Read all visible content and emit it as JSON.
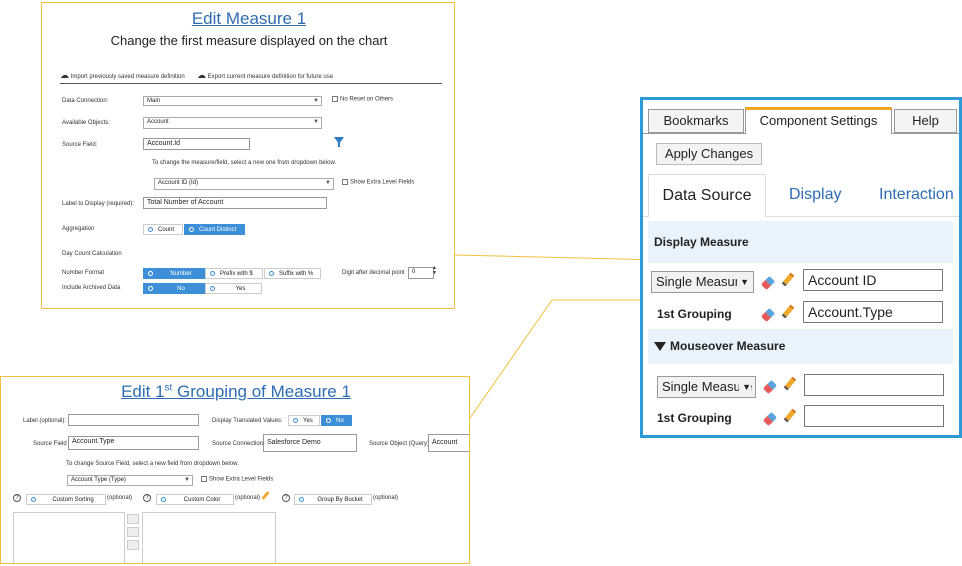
{
  "measure_panel": {
    "title": "Edit Measure 1",
    "subtitle": "Change the first measure displayed on the chart",
    "import_label": "Import previously saved measure definition",
    "export_label": "Export current measure definition for future use",
    "data_connection_label": "Data Connection:",
    "data_connection_value": "Main",
    "no_reset_label": "No Reset on Others",
    "available_objects_label": "Available Objects:",
    "available_objects_value": "Account",
    "source_field_label": "Source Field:",
    "source_field_value": "Account.Id",
    "change_hint": "To change the measure/field, select a new one from dropdown below.",
    "field_dropdown_value": "Account ID (Id)",
    "show_extra_label": "Show Extra Level Fields",
    "label_display_label": "Label to Display (required):",
    "label_display_value": "Total Number of Account",
    "aggregation_label": "Aggregation",
    "aggregation_options": [
      "Count",
      "Count Distinct"
    ],
    "aggregation_selected": "Count Distinct",
    "day_count_label": "Day Count Calculation",
    "number_format_label": "Number Format",
    "number_format_options": [
      "Number",
      "Prefix with $",
      "Suffix with %"
    ],
    "number_format_selected": "Number",
    "digit_label": "Digit after decimal point",
    "digit_value": "0",
    "archived_label": "Include Archived Data",
    "archived_options": [
      "No",
      "Yes"
    ],
    "archived_selected": "No"
  },
  "grouping_panel": {
    "title_prefix": "Edit 1",
    "title_sup": "st",
    "title_suffix": " Grouping of Measure 1",
    "label_optional": "Label (optional):",
    "label_value": "",
    "display_translated": "Display Translated Values:",
    "translated_options": [
      "Yes",
      "No"
    ],
    "translated_selected": "No",
    "source_field_label": "Source Field",
    "source_field_value": "Account.Type",
    "source_connection_label": "Source Connection:",
    "source_connection_value": "Salesforce Demo",
    "source_object_label": "Source Object (Query):",
    "source_object_value": "Account",
    "change_hint": "To change Source Field, select a new field from dropdown below.",
    "field_dropdown_value": "Account Type (Type)",
    "show_extra_label": "Show Extra Level Fields",
    "custom_sorting": "Custom Sorting",
    "custom_color": "Custom Color",
    "group_by_bucket": "Group By Bucket",
    "optional": "(optional)",
    "help_glyph": "?"
  },
  "settings_panel": {
    "tabs": [
      "Bookmarks",
      "Component Settings",
      "Help"
    ],
    "active_tab": "Component Settings",
    "apply_button": "Apply Changes",
    "subtabs": [
      "Data Source",
      "Display",
      "Interaction"
    ],
    "active_subtab": "Data Source",
    "display_measure_header": "Display Measure",
    "measure_type": "Single Measure",
    "measure_value": "Account ID",
    "grouping_label": "1st Grouping",
    "grouping_value": "Account.Type",
    "mouseover_header": "Mouseover Measure",
    "mouseover_type": "Single Measure",
    "mouseover_value": "",
    "mouseover_grouping_label": "1st Grouping",
    "mouseover_grouping_value": ""
  },
  "colors": {
    "accent_blue": "#2b9ad6",
    "connector_orange": "#f0c040",
    "link_blue": "#2e6db4",
    "toggle_on": "#3d8fd8"
  }
}
